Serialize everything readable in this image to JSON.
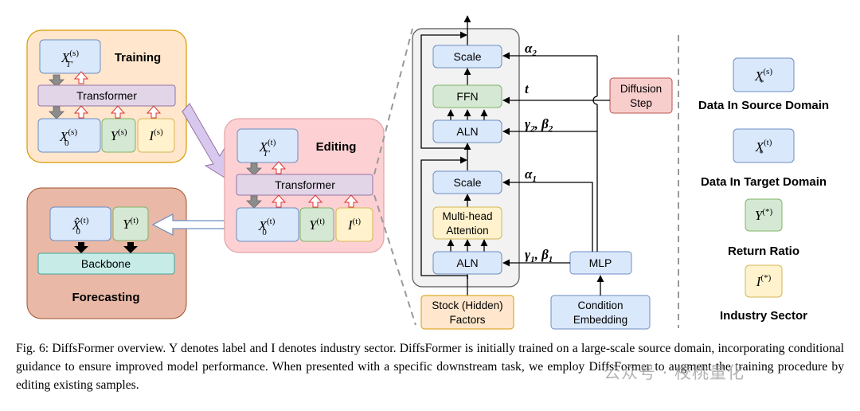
{
  "training": {
    "title": "Training",
    "x_top": {
      "base": "X",
      "sup": "(s)",
      "sub": "T′"
    },
    "transformer": "Transformer",
    "x0": {
      "base": "X",
      "sup": "(s)",
      "sub": "0"
    },
    "y": {
      "base": "Y",
      "sup": "(s)"
    },
    "i": {
      "base": "I",
      "sup": "(s)"
    }
  },
  "editing": {
    "title": "Editing",
    "x_top": {
      "base": "X",
      "sup": "(t)",
      "sub": "T′"
    },
    "transformer": "Transformer",
    "x0": {
      "base": "X",
      "sup": "(t)",
      "sub": "0"
    },
    "y": {
      "base": "Y",
      "sup": "(t)"
    },
    "i": {
      "base": "I",
      "sup": "(t)"
    }
  },
  "forecasting": {
    "title": "Forecasting",
    "xhat": {
      "base": "X̂",
      "sup": "(t)",
      "sub": "0"
    },
    "y": {
      "base": "Y",
      "sup": "(t)"
    },
    "backbone": "Backbone"
  },
  "block": {
    "scale_top": "Scale",
    "ffn": "FFN",
    "aln_top": "ALN",
    "scale_bottom": "Scale",
    "attention_line1": "Multi-head",
    "attention_line2": "Attention",
    "aln_bottom": "ALN",
    "input_line1": "Stock (Hidden)",
    "input_line2": "Factors",
    "mlp": "MLP",
    "cond_line1": "Condition",
    "cond_line2": "Embedding",
    "diff_line1": "Diffusion",
    "diff_line2": "Step",
    "alpha2": "α",
    "alpha2_sub": "2",
    "t": "t",
    "gamma2": "γ",
    "gamma2_sub": "2",
    "beta2": "β",
    "beta2_sub": "2",
    "alpha1": "α",
    "alpha1_sub": "1",
    "gamma1": "γ",
    "gamma1_sub": "1",
    "beta1": "β",
    "beta1_sub": "1"
  },
  "legend": {
    "source": {
      "base": "X",
      "sup": "(s)",
      "sub": "*",
      "label": "Data In Source Domain"
    },
    "target": {
      "base": "X",
      "sup": "(t)",
      "sub": "*",
      "label": "Data In Target Domain"
    },
    "return": {
      "base": "Y",
      "sup": "(*)",
      "label": "Return Ratio"
    },
    "industry": {
      "base": "I",
      "sup": "(*)",
      "label": "Industry Sector"
    }
  },
  "caption": "Fig. 6: DiffsFormer overview. Y denotes label and I denotes industry sector. DiffsFormer is initially trained on a large-scale source domain, incorporating conditional guidance to ensure improved model performance. When presented with a specific downstream task, we employ DiffsFormer to augment the training procedure by editing existing samples.",
  "watermark": "公众号 · 校桃量化",
  "colors": {
    "blue_fill": "#dae8fc",
    "blue_stroke": "#6c8ebf",
    "green_fill": "#d5e8d4",
    "green_stroke": "#82b366",
    "yellow_fill": "#fff2cc",
    "yellow_stroke": "#d6b656",
    "purple_fill": "#e1d5e7",
    "purple_stroke": "#9673a6",
    "orange_panel": "#ffe6cc",
    "pink_panel": "#f8cecc",
    "brown_panel": "#e9b8a6",
    "teal_fill": "#c7ece8"
  }
}
